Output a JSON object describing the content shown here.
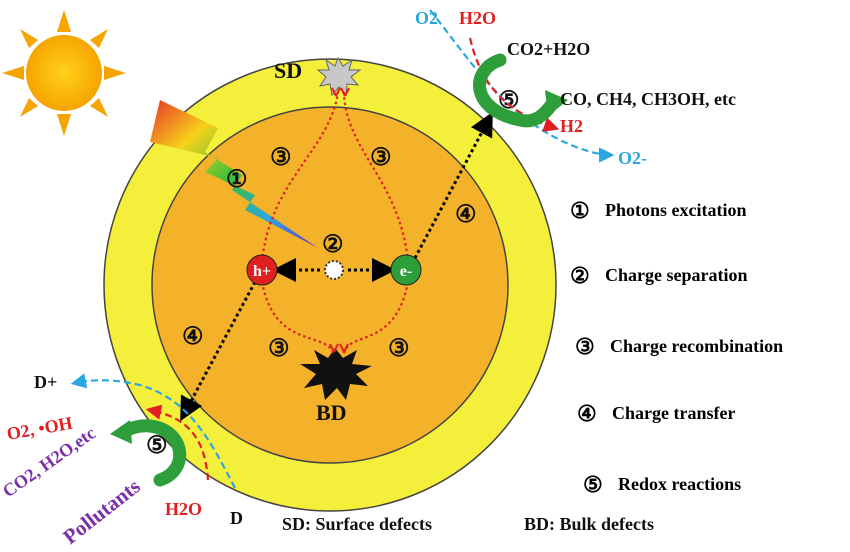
{
  "labels": {
    "sd": "SD",
    "bd": "BD",
    "hole": "h+",
    "electron": "e-",
    "step1": "①",
    "step2": "②",
    "step3": "③",
    "step4": "④",
    "step5": "⑤"
  },
  "top_right": {
    "o2": "O2",
    "h2o": "H2O",
    "co2_h2o": "CO2+H2O",
    "products": "CO, CH4, CH3OH, etc",
    "h2": "H2",
    "o2_minus": "O2-"
  },
  "bottom_left": {
    "d_plus": "D+",
    "o2_oh": "O2, •OH",
    "co2_h2o_etc": "CO2, H2O,etc",
    "pollutants": "Pollutants",
    "h2o": "H2O",
    "d": "D"
  },
  "legend": [
    {
      "num": "①",
      "text": "Photons excitation"
    },
    {
      "num": "②",
      "text": "Charge separation"
    },
    {
      "num": "③",
      "text": "Charge recombination"
    },
    {
      "num": "④",
      "text": "Charge transfer"
    },
    {
      "num": "⑤",
      "text": "Redox reactions"
    }
  ],
  "footer": {
    "sd": "SD: Surface defects",
    "bd": "BD: Bulk defects"
  },
  "colors": {
    "outer_shell": "#f4ef3a",
    "inner_core": "#f4b22a",
    "hole": "#e02020",
    "electron": "#2e9e3a",
    "o2_dash": "#2aa7e0",
    "h2o_dash": "#e02020",
    "green_arrow": "#2e9e3a",
    "pollutants": "#7b2fa8"
  }
}
